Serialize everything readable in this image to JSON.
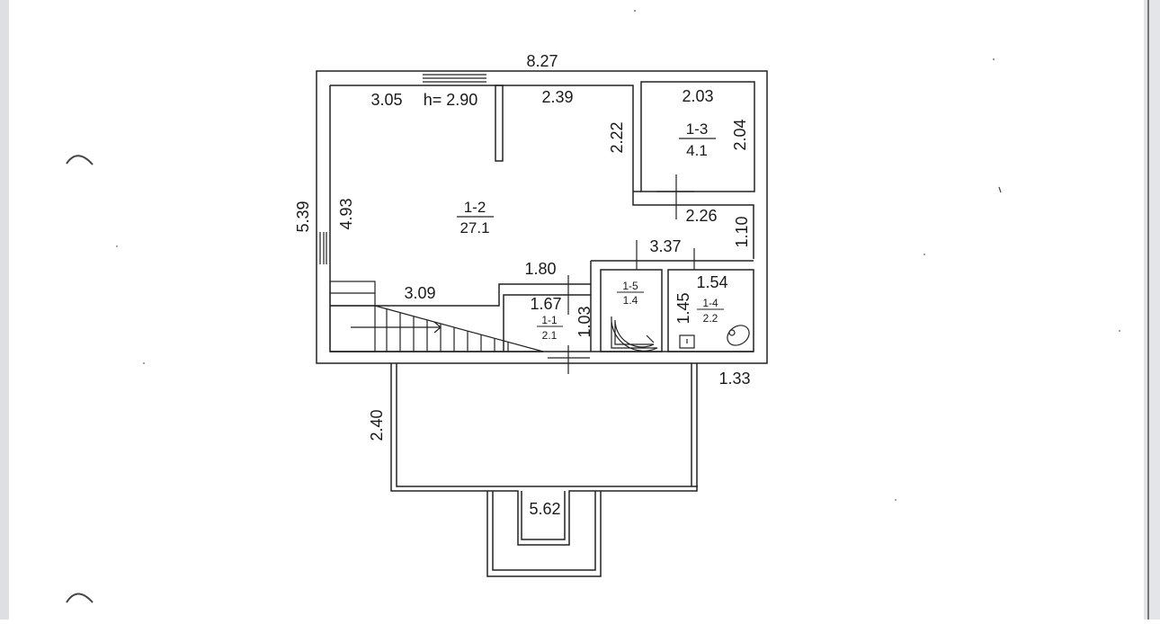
{
  "plan": {
    "dimensions": {
      "overall_width": "8.27",
      "overall_depth": "5.39",
      "room_1_2_depth": "4.93",
      "room_1_2_width_left": "3.05",
      "ceiling_height": "h= 2.90",
      "room_1_2_width_right": "2.39",
      "room_1_2_notch": "2.22",
      "room_1_3_width": "2.03",
      "room_1_3_depth": "2.04",
      "hall_width": "2.26",
      "hall_depth": "1.10",
      "hall_lower_width": "3.37",
      "landing_width": "1.80",
      "stair_width": "3.09",
      "room_1_1_width": "1.67",
      "room_1_1_depth": "1.03",
      "room_1_4_width": "1.54",
      "room_1_4_depth": "1.45",
      "terrace_depth": "2.40",
      "terrace_offset": "1.33",
      "porch_width": "5.62"
    },
    "rooms": {
      "r12_id": "1-2",
      "r12_area": "27.1",
      "r13_id": "1-3",
      "r13_area": "4.1",
      "r11_id": "1-1",
      "r11_area": "2.1",
      "r15_id": "1-5",
      "r15_area": "1.4",
      "r14_id": "1-4",
      "r14_area": "2.2"
    }
  }
}
